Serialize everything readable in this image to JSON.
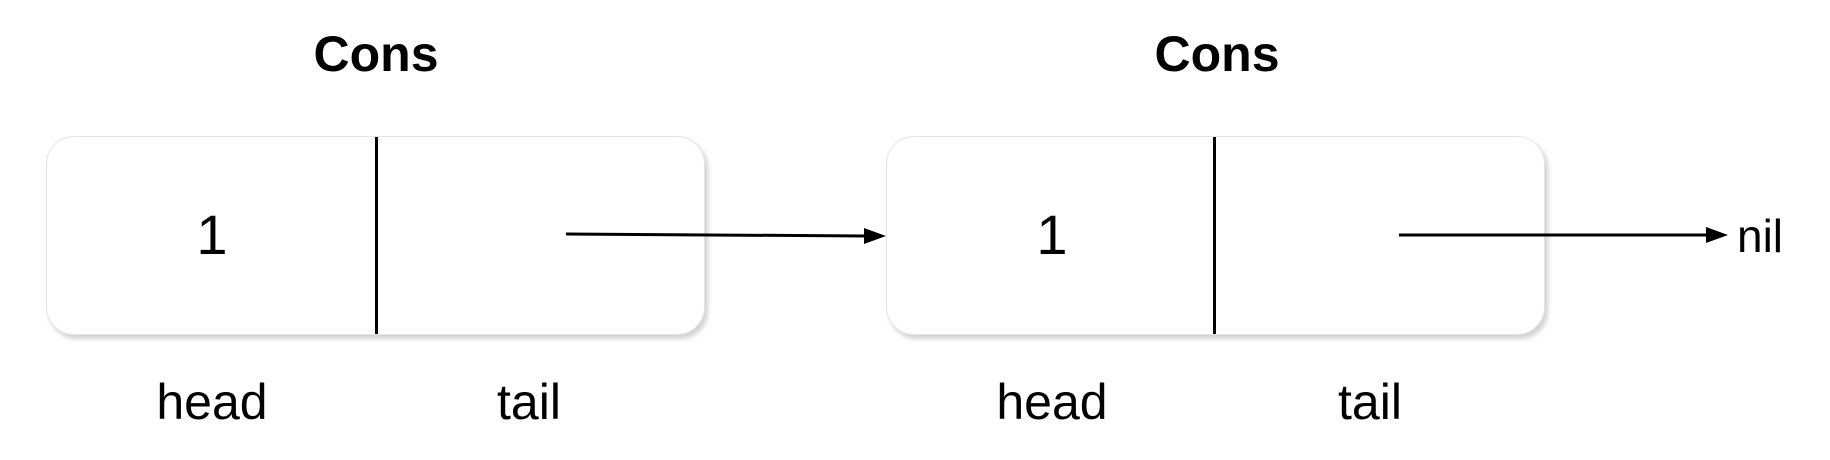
{
  "cells": [
    {
      "title": "Cons",
      "head_value": "1",
      "head_label": "head",
      "tail_label": "tail"
    },
    {
      "title": "Cons",
      "head_value": "1",
      "head_label": "head",
      "tail_label": "tail"
    }
  ],
  "terminal": "nil",
  "colors": {
    "stroke": "#000000",
    "box_border": "#e4e4e4",
    "background": "#ffffff"
  }
}
